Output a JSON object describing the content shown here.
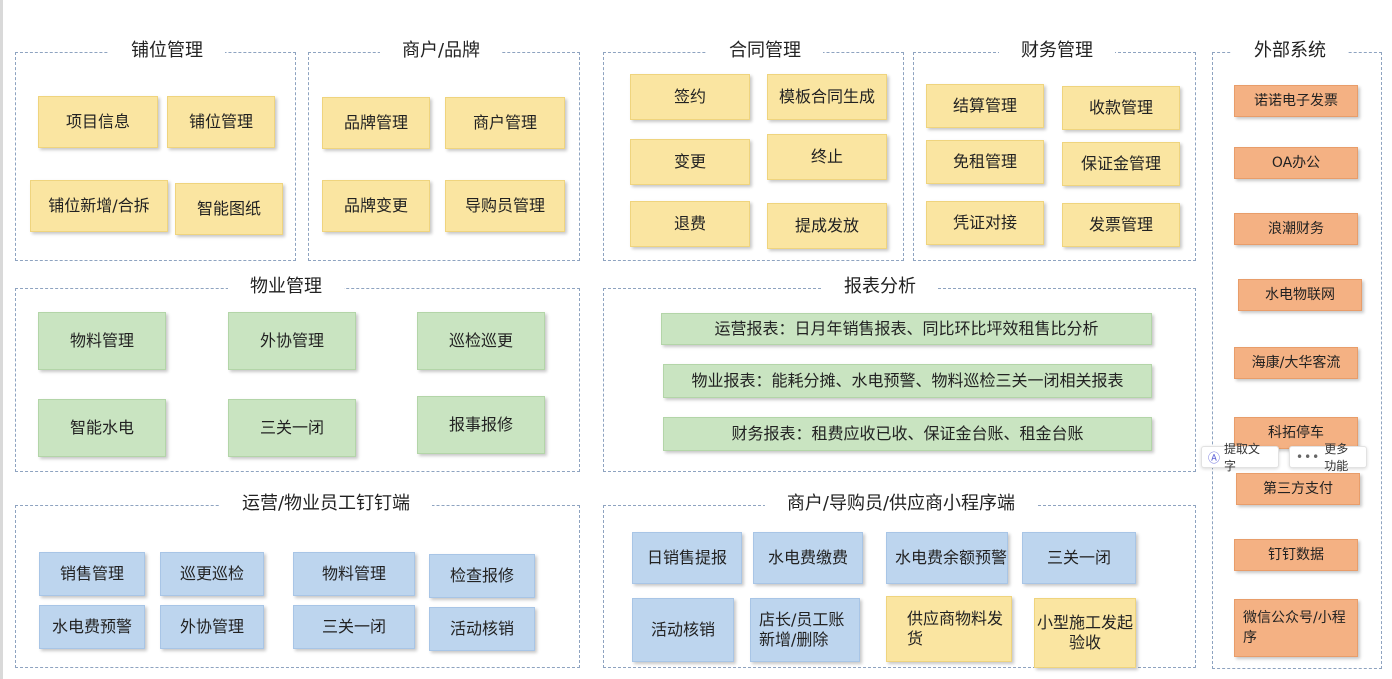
{
  "groups": {
    "shop_slot": {
      "title": "铺位管理",
      "items": [
        "项目信息",
        "铺位管理",
        "铺位新增/合拆",
        "智能图纸"
      ]
    },
    "merchant_brand": {
      "title": "商户/品牌",
      "items": [
        "品牌管理",
        "商户管理",
        "品牌变更",
        "导购员管理"
      ]
    },
    "contract": {
      "title": "合同管理",
      "items": [
        "签约",
        "模板合同生成",
        "变更",
        "终止",
        "退费",
        "提成发放"
      ]
    },
    "finance": {
      "title": "财务管理",
      "items": [
        "结算管理",
        "收款管理",
        "免租管理",
        "保证金管理",
        "凭证对接",
        "发票管理"
      ]
    },
    "external": {
      "title": "外部系统",
      "items": [
        "诺诺电子发票",
        "OA办公",
        "浪潮财务",
        "水电物联网",
        "海康/大华客流",
        "科拓停车",
        "第三方支付",
        "钉钉数据",
        "微信公众号/小程序"
      ]
    },
    "property": {
      "title": "物业管理",
      "items": [
        "物料管理",
        "外协管理",
        "巡检巡更",
        "智能水电",
        "三关一闭",
        "报事报修"
      ]
    },
    "reports": {
      "title": "报表分析",
      "items": [
        "运营报表：日月年销售报表、同比环比坪效租售比分析",
        "物业报表：能耗分摊、水电预警、物料巡检三关一闭相关报表",
        "财务报表：租费应收已收、保证金台账、租金台账"
      ]
    },
    "dingtalk": {
      "title": "运营/物业员工钉钉端",
      "items": [
        "销售管理",
        "巡更巡检",
        "物料管理",
        "检查报修",
        "水电费预警",
        "外协管理",
        "三关一闭",
        "活动核销"
      ]
    },
    "miniapp": {
      "title": "商户/导购员/供应商小程序端",
      "items": [
        "日销售提报",
        "水电费缴费",
        "水电费余额预警",
        "三关一闭",
        "活动核销",
        "店长/员工账新增/删除",
        "供应商物料发货",
        "小型施工发起验收"
      ]
    }
  },
  "toolbar": {
    "extract_text": "提取文字",
    "more": "更多功能"
  },
  "colors": {
    "yellow": "#fae5a1",
    "green": "#c9e4c1",
    "blue": "#bdd5ee",
    "orange": "#f4b183",
    "dashed_border": "#8ea3c0"
  }
}
